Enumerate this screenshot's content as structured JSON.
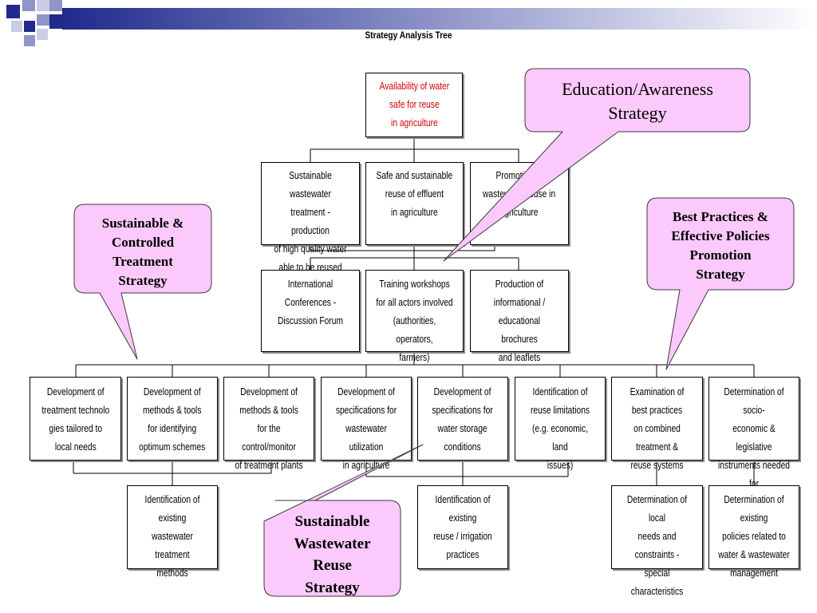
{
  "title": "Strategy Analysis Tree",
  "colors": {
    "callout_fill": "#fcc9fc",
    "root_text": "#d40000",
    "header_blue": "#1f2a8c"
  },
  "boxes": {
    "root": "Availability of water\nsafe for reuse\nin agriculture",
    "level1": [
      "Sustainable wastewater\ntreatment - production\nof high quality water\nable to be reused",
      "Safe and sustainable\nreuse of effluent\nin agriculture",
      "Promotion of\nwastewater reuse in\nagriculture"
    ],
    "level2": [
      "International Conferences -\nDiscussion Forum",
      "Training workshops\nfor all actors involved\n(authorities, operators,\nfarmers)",
      "Production of informational /\neducational brochures\nand leaflets"
    ],
    "level3": [
      "Development of\ntreatment technolo\ngies tailored to\nlocal needs",
      "Development of\nmethods & tools\nfor identifying\noptimum schemes",
      "Development of\nmethods & tools\nfor the control/monitor\nof treatment plants",
      "Development of\nspecifications for\nwastewater utilization\nin agriculture",
      "Development of\nspecifications for\nwater storage\nconditions",
      "Identification of\nreuse limitations\n(e.g. economic, land\nissues)",
      "Examination of\nbest practices\non combined treatment &\nreuse systems",
      "Determination of socio-\neconomic & legislative\ninstruments needed for\nsustainable management"
    ],
    "level4": [
      "Identification of existing\nwastewater treatment\nmethods",
      "Identification of existing\nreuse / irrigation practices",
      "Determination of local\nneeds and constraints -\nspecial characteristics",
      "Determination of existing\npolicies related to\nwater & wastewater\nmanagement"
    ]
  },
  "callouts": {
    "education": "Education/Awareness\nStrategy",
    "treatment": "Sustainable &\nControlled\nTreatment\nStrategy",
    "best_practices": "Best Practices &\nEffective Policies\nPromotion\nStrategy",
    "reuse": "Sustainable\nWastewater\nReuse\nStrategy"
  }
}
